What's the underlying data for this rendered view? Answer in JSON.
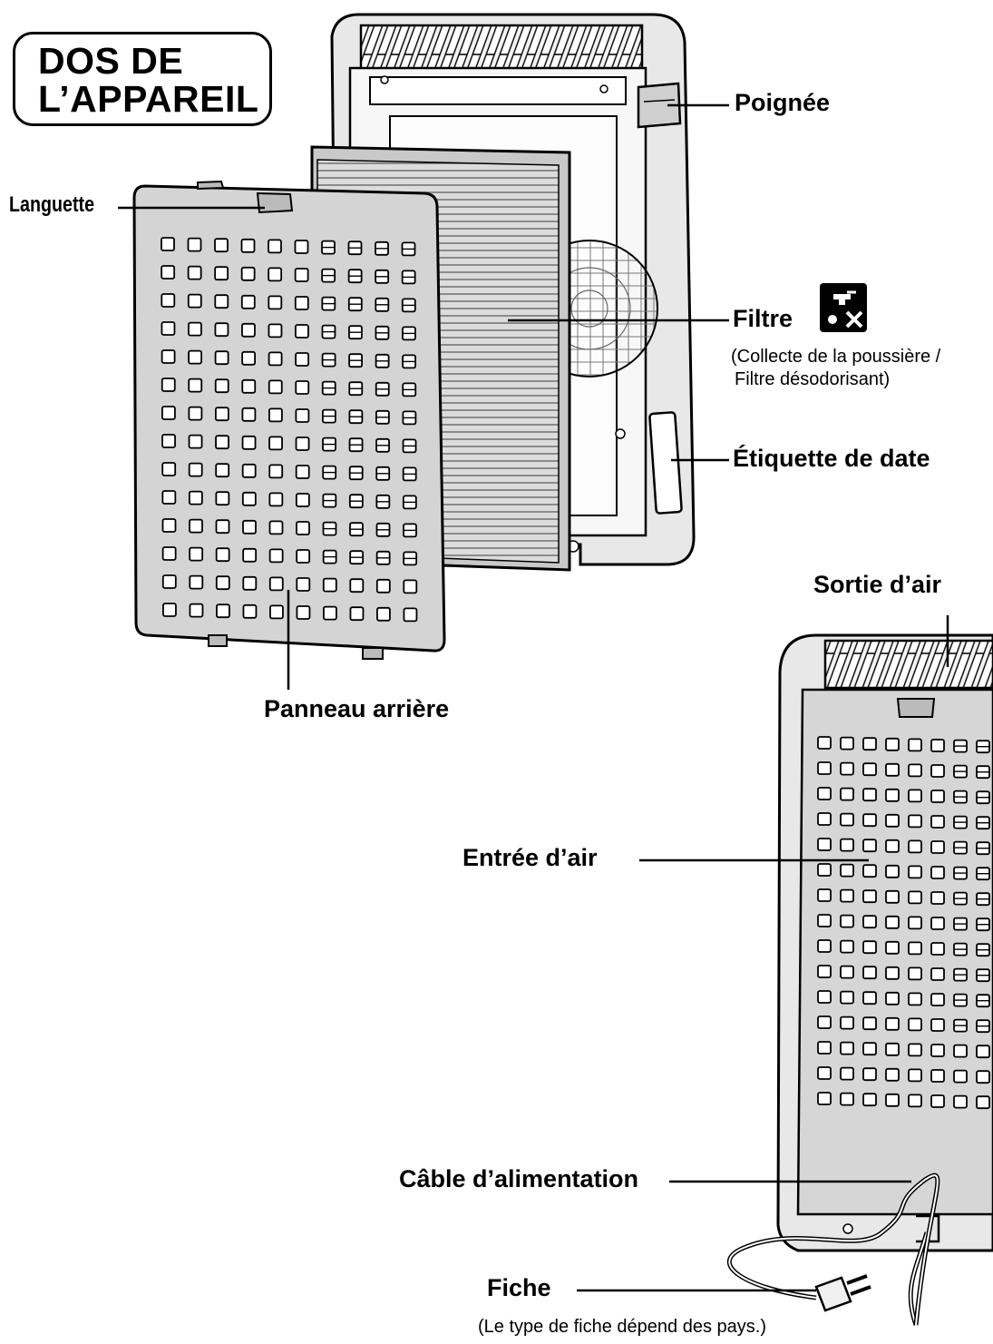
{
  "title": {
    "line1": "DOS DE",
    "line2": "L’APPAREIL"
  },
  "labels": {
    "poignee": "Poignée",
    "languette": "Languette",
    "filtre": "Filtre",
    "filtre_note_line1": "(Collecte de la poussière /",
    "filtre_note_line2": "Filtre désodorisant)",
    "etiquette": "Étiquette de date",
    "sortie": "Sortie d’air",
    "panneau": "Panneau arrière",
    "entree": "Entrée d’air",
    "cable": "Câble d’alimentation",
    "fiche": "Fiche",
    "fiche_note": "(Le type de fiche dépend des pays.)"
  },
  "icons": {
    "filter_care": "water-tap-no-wash-icon"
  },
  "colors": {
    "line": "#000000",
    "body_fill": "#e6e6e6",
    "panel_fill": "#d6d6d6",
    "filter_fill": "#d9d9d9"
  }
}
